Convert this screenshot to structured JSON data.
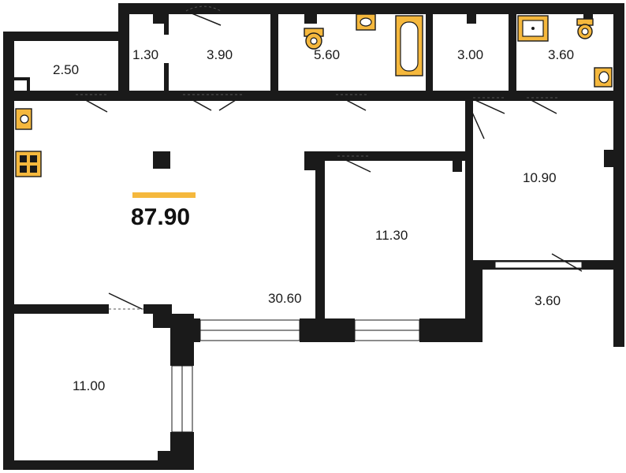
{
  "plan": {
    "total_area": "87.90",
    "accent_color": "#f5b83d",
    "rooms": [
      {
        "id": "storage",
        "area": "2.50"
      },
      {
        "id": "closet",
        "area": "1.30"
      },
      {
        "id": "hall-upper",
        "area": "3.90"
      },
      {
        "id": "bathroom",
        "area": "5.60"
      },
      {
        "id": "corridor-upper",
        "area": "3.00"
      },
      {
        "id": "wc",
        "area": "3.60"
      },
      {
        "id": "bedroom-right",
        "area": "10.90"
      },
      {
        "id": "bedroom-center",
        "area": "11.30"
      },
      {
        "id": "living-kitchen",
        "area": "30.60"
      },
      {
        "id": "balcony",
        "area": "3.60"
      },
      {
        "id": "bedroom-left",
        "area": "11.00"
      }
    ]
  }
}
